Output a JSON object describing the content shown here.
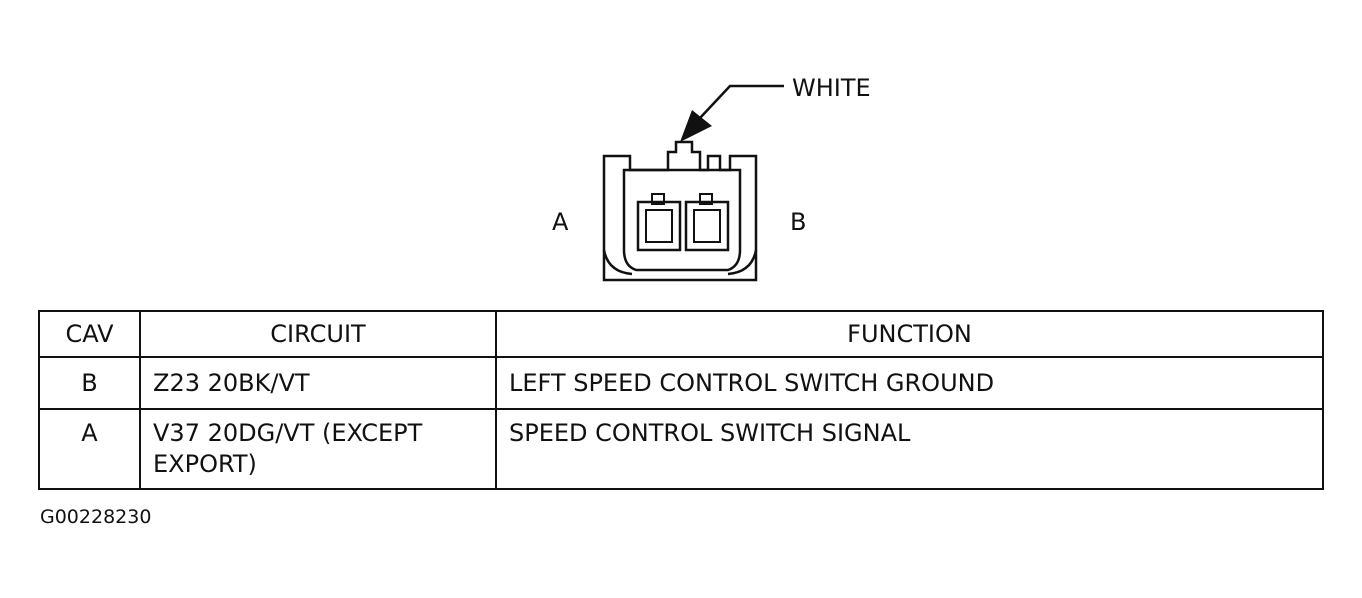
{
  "connector": {
    "wire_color_label": "WHITE",
    "cavity_left_label": "A",
    "cavity_right_label": "B"
  },
  "table": {
    "headers": {
      "cav": "CAV",
      "circuit": "CIRCUIT",
      "function": "FUNCTION"
    },
    "rows": [
      {
        "cav": "B",
        "circuit": "Z23 20BK/VT",
        "function": "LEFT SPEED CONTROL SWITCH GROUND"
      },
      {
        "cav": "A",
        "circuit_line1": "V37 20DG/VT (EXCEPT",
        "circuit_line2": "EXPORT)",
        "function": "SPEED CONTROL SWITCH SIGNAL"
      }
    ]
  },
  "figure_id": "G00228230"
}
